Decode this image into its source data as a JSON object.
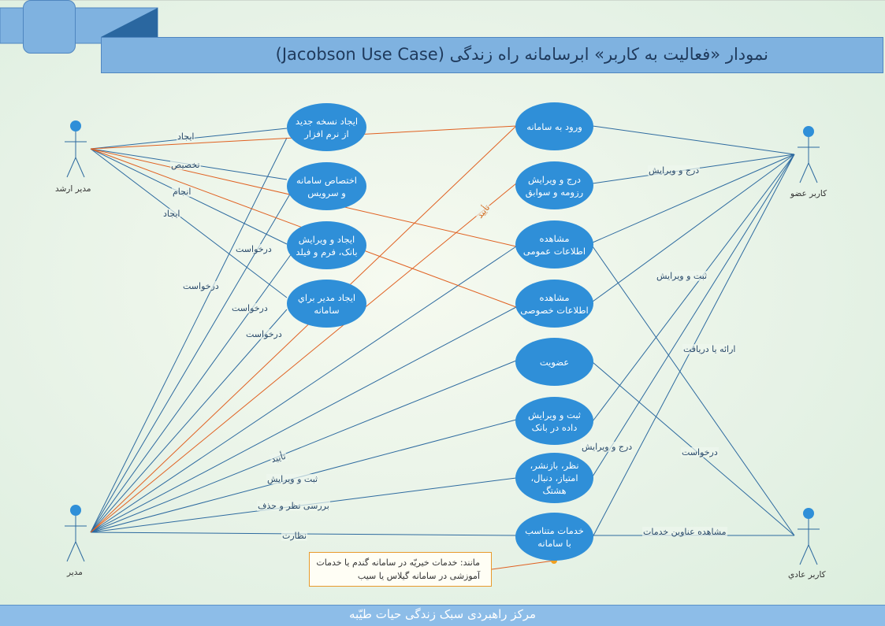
{
  "title": "نمودار «فعالیت به کاربر» ابرسامانه راه زندگی (Jacobson Use Case)",
  "footer": "مرکز راهبردی سبک زندگی حیات طیّبه",
  "colors": {
    "usecase_fill": "#2f8fd8",
    "blue_line": "#2d6a9f",
    "orange_line": "#e06020",
    "title_bar": "#7fb2e0",
    "actor": "#2f8fd8"
  },
  "actors": {
    "senior_admin": "مدیر ارشد",
    "admin": "مدیر",
    "member": "کاربر عضو",
    "regular_user": "کاربر عادي"
  },
  "use_cases": {
    "new_version": "ایجاد نسخه جدید\nاز نرم افزار",
    "assign_service": "اختصاص سامانه\nو سرویس",
    "create_bank": "ایجاد و ویرایش\nبانک، فرم و فیلد",
    "create_admin": "ایجاد مدیر براي\nسامانه",
    "login": "ورود به سامانه",
    "resume": "درج و ویرایش\nرزومه و سوابق",
    "public_info": "مشاهده\nاطلاعات عمومی",
    "private_info": "مشاهده\nاطلاعات خصوصی",
    "membership": "عضویت",
    "bank_data": "ثبت و ویرایش\nداده در بانک",
    "comments": "نظر، بازنشر،\nامتیاز، دنبال،\nهشتگ",
    "services": "خدمات متناسب\nبا سامانه"
  },
  "edge_labels": {
    "create1": "ایجاد",
    "allocate": "تخصیص",
    "perform": "انجام",
    "create2": "ایجاد",
    "request1": "درخواست",
    "request2": "درخواست",
    "request3": "درخواست",
    "request4": "درخواست",
    "approve1": "تأیید",
    "approve2": "تأیید",
    "register_edit1": "ثبت و ویرایش",
    "review": "بررسی نظر و حذف",
    "supervision": "نظارت",
    "insert_edit1": "درج و ویرایش",
    "register_edit2": "ثبت و ویرایش",
    "provide": "ارائه یا دریافت",
    "insert_edit2": "درج و ویرایش",
    "request5": "درخواست",
    "view_titles": "مشاهده عناوین خدمات"
  },
  "note": "مانند: خدمات خیریّه در سامانه گندم یا خدمات آموزشی در سامانه گیلاس یا سیب"
}
